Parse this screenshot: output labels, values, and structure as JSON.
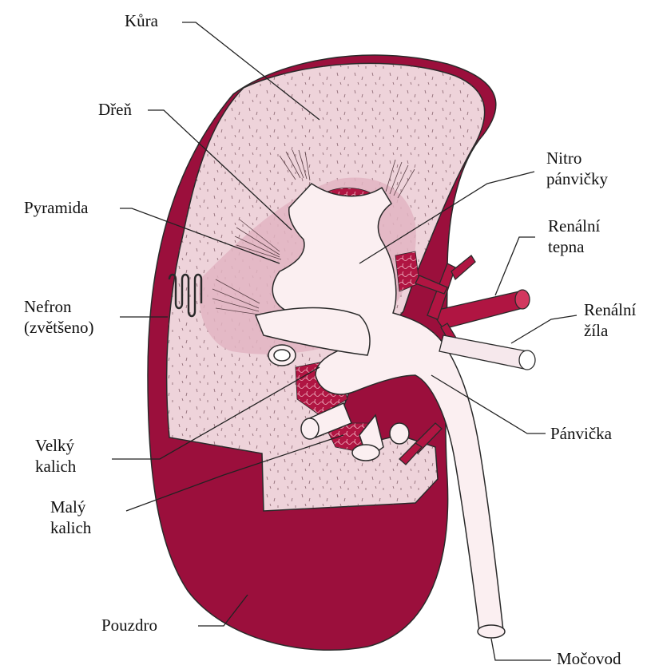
{
  "labels": {
    "kura": "Kůra",
    "dren": "Dřeň",
    "pyramida": "Pyramida",
    "nefron": [
      "Nefron",
      "(zvětšeno)"
    ],
    "velky_kalich": [
      "Velký",
      "kalich"
    ],
    "maly_kalich": [
      "Malý",
      "kalich"
    ],
    "pouzdro": "Pouzdro",
    "nitro_panvicky": [
      "Nitro",
      "pánvičky"
    ],
    "renalni_tepna": [
      "Renální",
      "tepna"
    ],
    "renalni_zila": [
      "Renální",
      "žíla"
    ],
    "panvicka": "Pánvička",
    "mocovod": "Močovod"
  },
  "colors": {
    "capsule": "#9b0f3c",
    "cortex": "#eed3da",
    "medulla": "#e2b4c2",
    "pelvis": "#fbeff1",
    "artery": "#b01542",
    "vein": "#f6e8ec",
    "outline": "#2a2a2a"
  }
}
